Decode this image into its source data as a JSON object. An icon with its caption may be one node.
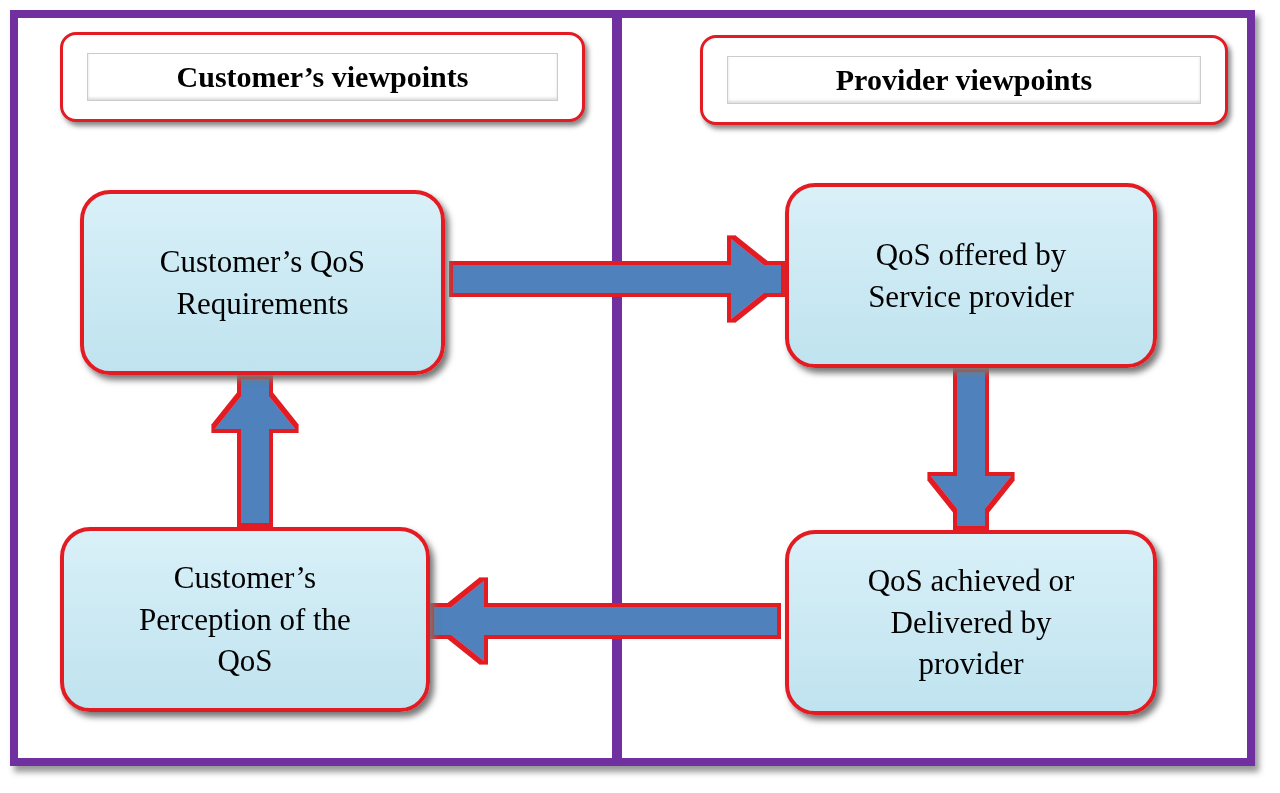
{
  "diagram": {
    "nodes": [
      {
        "text": [
          "Customer’s viewpoints"
        ]
      },
      {
        "text": [
          "Provider viewpoints"
        ]
      },
      {
        "text": [
          "Customer’s QoS Requirements"
        ]
      },
      {
        "text": [
          "QoS offered by Service provider"
        ]
      },
      {
        "text": [
          "QoS achieved or Delivered by provider"
        ]
      },
      {
        "text": [
          "Customer’s Perception of the QoS"
        ]
      }
    ],
    "edges": [
      {
        "from": 2,
        "to": 3,
        "arrow": "to"
      },
      {
        "from": 3,
        "to": 4,
        "arrow": "to"
      },
      {
        "from": 4,
        "to": 5,
        "arrow": "to"
      },
      {
        "from": 5,
        "to": 2,
        "arrow": "to"
      }
    ]
  }
}
